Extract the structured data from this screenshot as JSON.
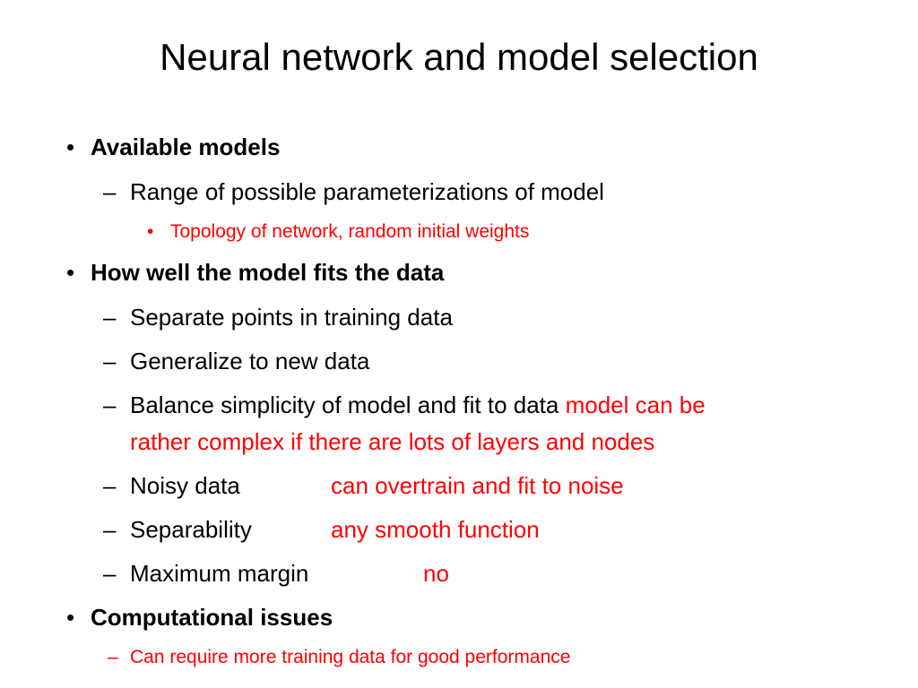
{
  "slide": {
    "title": "Neural network and model selection",
    "accent_color": "#ff0000",
    "bullets": {
      "b1": {
        "text": "Available models",
        "s1": "Range of possible parameterizations of model",
        "s1_sub": "Topology of network, random initial weights"
      },
      "b2": {
        "text": "How well the model fits the data",
        "s1": "Separate points in training data",
        "s2": "Generalize to new data",
        "s3_black": "Balance simplicity of model and fit to data",
        "s3_red_line1": "model can be",
        "s3_red_line2": "rather complex if there are lots of layers and nodes",
        "s4_label": "Noisy data",
        "s4_value": "can overtrain and fit to noise",
        "s5_label": "Separability",
        "s5_value": "any smooth function",
        "s6_label": "Maximum margin",
        "s6_value": "no"
      },
      "b3": {
        "text": "Computational issues",
        "s1": "Can require more training data for good performance"
      }
    },
    "markers": {
      "bullet": "•",
      "dash": "–"
    }
  }
}
